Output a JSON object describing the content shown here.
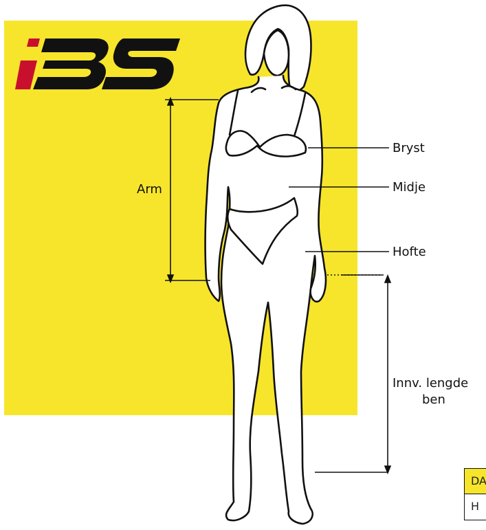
{
  "brand": {
    "logo_text": "BS",
    "accent_color": "#c8102e",
    "logo_color": "#111111",
    "background_color": "#f7e52c"
  },
  "measurements": {
    "arm": "Arm",
    "bryst": "Bryst",
    "midje": "Midje",
    "hofte": "Hofte",
    "inseam_line1": "Innv. lengde",
    "inseam_line2": "ben"
  },
  "size_table_partial": {
    "row1": "DA",
    "row2": "H"
  }
}
